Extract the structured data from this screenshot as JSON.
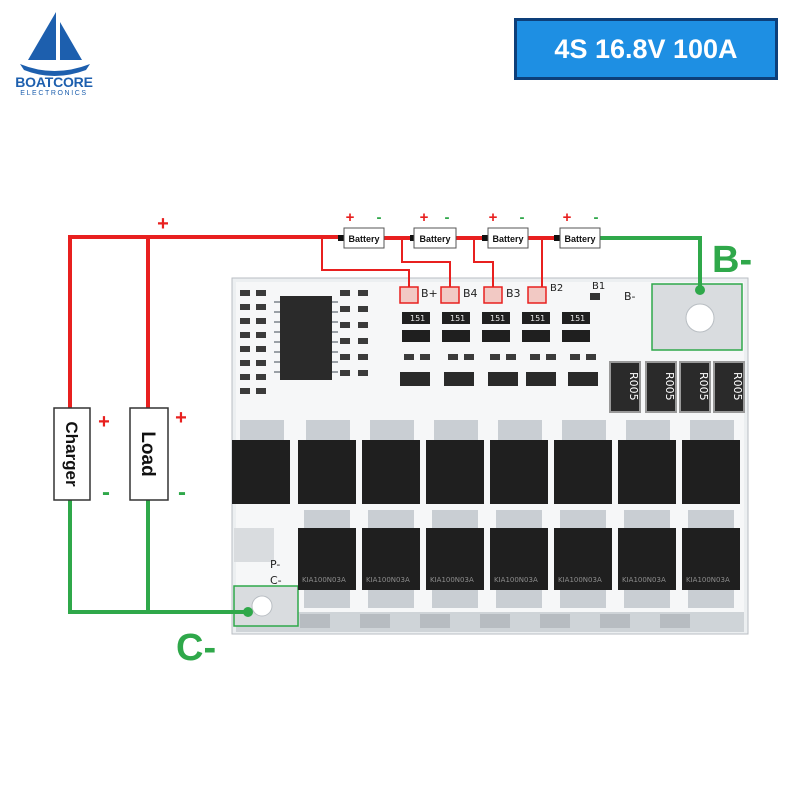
{
  "logo": {
    "brand": "BOATCORE",
    "sub": "ELECTRONICS",
    "icon": "sailboat-logo"
  },
  "spec_label": "4S 16.8V 100A",
  "wires": {
    "positive_top": "+",
    "b_minus": "B-",
    "c_minus": "C-"
  },
  "batteries": [
    {
      "label": "Battery",
      "plus": "+",
      "minus": "-"
    },
    {
      "label": "Battery",
      "plus": "+",
      "minus": "-"
    },
    {
      "label": "Battery",
      "plus": "+",
      "minus": "-"
    },
    {
      "label": "Battery",
      "plus": "+",
      "minus": "-"
    }
  ],
  "charger": {
    "label": "Charger",
    "plus": "+",
    "minus": "-"
  },
  "load": {
    "label": "Load",
    "plus": "+",
    "minus": "-"
  },
  "pcb": {
    "pads": [
      "B+",
      "B4",
      "B3",
      "B2",
      "B1",
      "B-"
    ],
    "output_pads": [
      "P-",
      "C-"
    ],
    "resistor_label": "R005",
    "mosfet_label": "KIA100N03A",
    "smd_label": "151"
  },
  "colors": {
    "positive_wire": "#e8201f",
    "negative_wire": "#2fa84a",
    "spec_box": "#1e8fe3",
    "brand": "#1d5fae"
  }
}
